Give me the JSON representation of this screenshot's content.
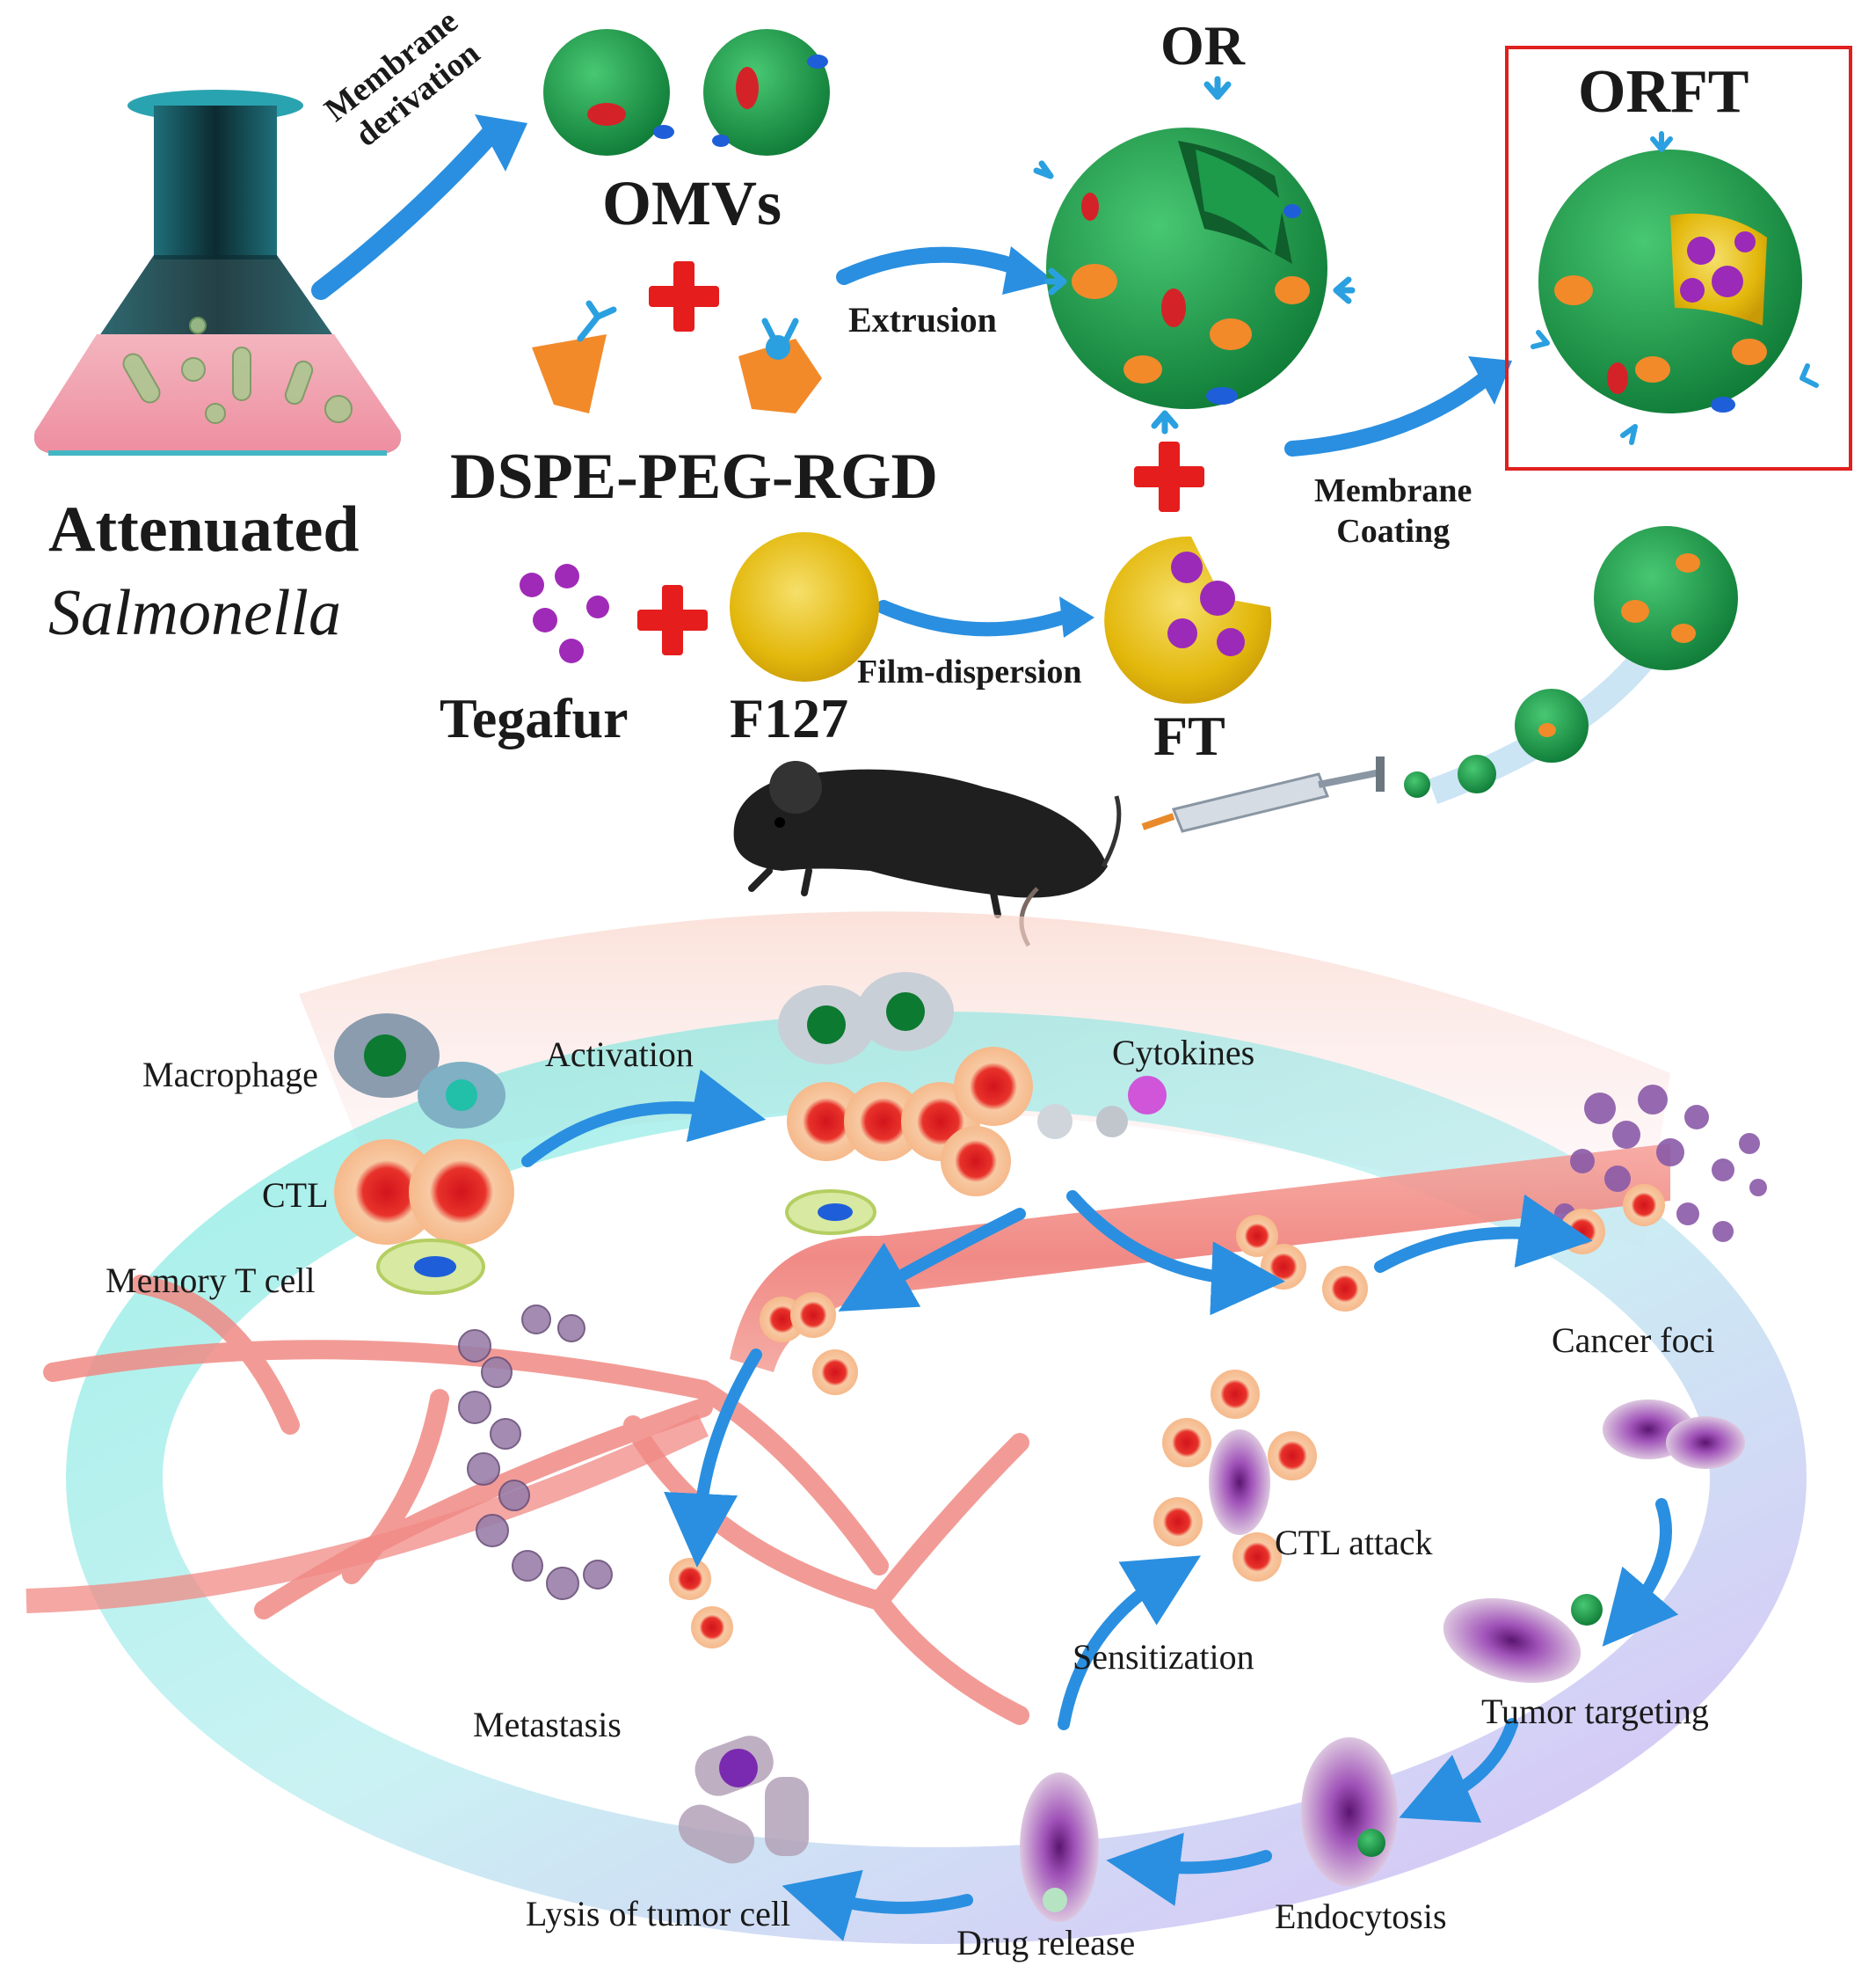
{
  "top": {
    "flask_label_line1": "Attenuated",
    "flask_label_line2": "Salmonella",
    "membrane_derivation_line1": "Membrane",
    "membrane_derivation_line2": "derivation",
    "omvs": "OMVs",
    "dspe": "DSPE-PEG-RGD",
    "tegafur": "Tegafur",
    "f127": "F127",
    "extrusion": "Extrusion",
    "film_dispersion": "Film-dispersion",
    "or": "OR",
    "ft": "FT",
    "orft": "ORFT",
    "membrane_coating_line1": "Membrane",
    "membrane_coating_line2": "Coating"
  },
  "bottom": {
    "macrophage": "Macrophage",
    "ctl": "CTL",
    "memory_t_cell": "Memory T cell",
    "activation": "Activation",
    "cytokines": "Cytokines",
    "cancer_foci": "Cancer foci",
    "tumor_targeting": "Tumor targeting",
    "endocytosis": "Endocytosis",
    "drug_release": "Drug release",
    "lysis": "Lysis of tumor cell",
    "sensitization": "Sensitization",
    "ctl_attack": "CTL attack",
    "metastasis": "Metastasis"
  },
  "colors": {
    "frame_red": "#e0201e",
    "arrow_blue": "#2a8fe0",
    "plus_red": "#e51d1d",
    "membrane_green": "#1d9a4a",
    "core_yellow": "#e8c316",
    "drug_purple": "#9b2ab8",
    "vessel_red": "#f08a84",
    "ring_cyan": "#5ee0d8"
  }
}
